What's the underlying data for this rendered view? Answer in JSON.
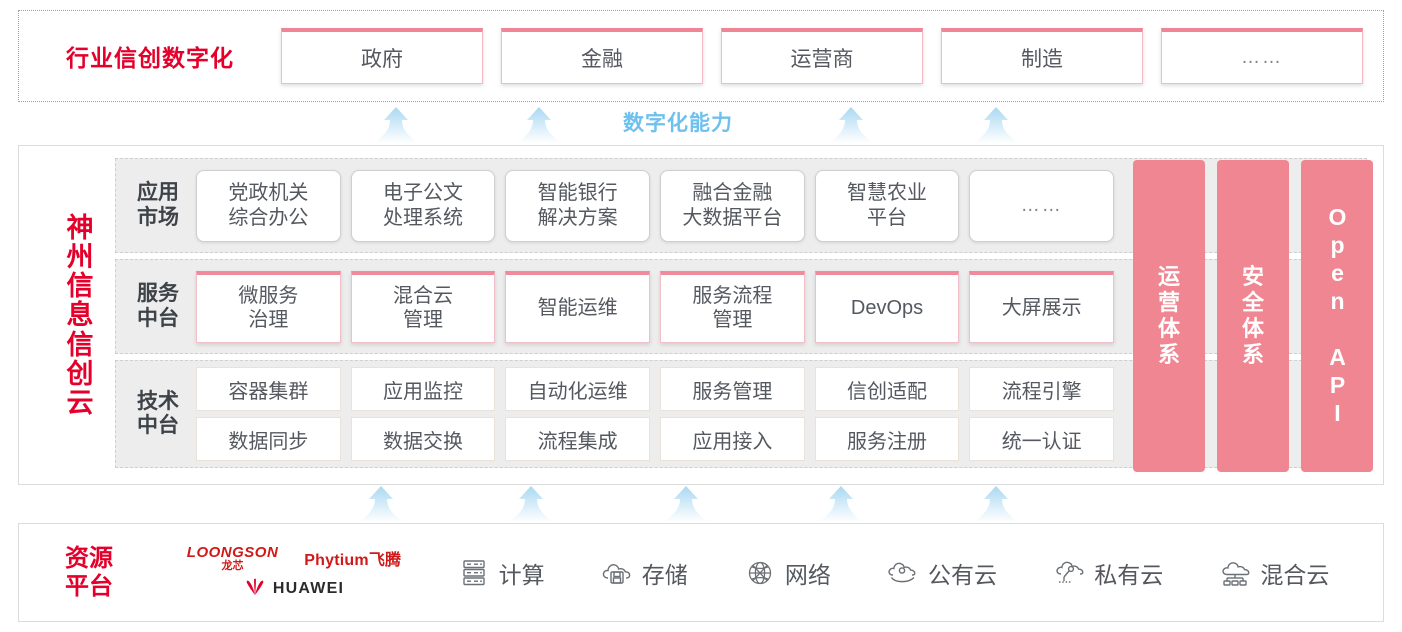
{
  "industry": {
    "title": "行业信创数字化",
    "cards": [
      {
        "label": "政府"
      },
      {
        "label": "金融"
      },
      {
        "label": "运营商"
      },
      {
        "label": "制造"
      },
      {
        "label": "……"
      }
    ]
  },
  "capability": {
    "label": "数字化能力",
    "arrow_color": "#bfe2f7",
    "text_color": "#6ec1ee"
  },
  "cloud": {
    "title": "神州信息信创云",
    "title_chars": [
      "神",
      "州",
      "信",
      "息",
      "信",
      "创",
      "云"
    ],
    "title_color": "#e4002b",
    "layers": [
      {
        "label": "应用市场",
        "label_lines": [
          "应用",
          "市场"
        ],
        "cards": [
          {
            "lines": [
              "党政机关",
              "综合办公"
            ]
          },
          {
            "lines": [
              "电子公文",
              "处理系统"
            ]
          },
          {
            "lines": [
              "智能银行",
              "解决方案"
            ]
          },
          {
            "lines": [
              "融合金融",
              "大数据平台"
            ]
          },
          {
            "lines": [
              "智慧农业",
              "平台"
            ]
          },
          {
            "lines": [
              "……"
            ]
          }
        ]
      },
      {
        "label": "服务中台",
        "label_lines": [
          "服务",
          "中台"
        ],
        "cards": [
          {
            "lines": [
              "微服务",
              "治理"
            ]
          },
          {
            "lines": [
              "混合云",
              "管理"
            ]
          },
          {
            "lines": [
              "智能运维"
            ]
          },
          {
            "lines": [
              "服务流程",
              "管理"
            ]
          },
          {
            "lines": [
              "DevOps"
            ]
          },
          {
            "lines": [
              "大屏展示"
            ]
          }
        ]
      },
      {
        "label": "技术中台",
        "label_lines": [
          "技术",
          "中台"
        ],
        "rows": [
          [
            "容器集群",
            "应用监控",
            "自动化运维",
            "服务管理",
            "信创适配",
            "流程引擎"
          ],
          [
            "数据同步",
            "数据交换",
            "流程集成",
            "应用接入",
            "服务注册",
            "统一认证"
          ]
        ]
      }
    ],
    "pillars": [
      {
        "type": "cn",
        "label": "运营体系",
        "chars": [
          "运",
          "营",
          "体",
          "系"
        ]
      },
      {
        "type": "cn",
        "label": "安全体系",
        "chars": [
          "安",
          "全",
          "体",
          "系"
        ]
      },
      {
        "type": "en",
        "label": "Open API"
      }
    ],
    "pillar_color": "#ef8691"
  },
  "resource": {
    "title": "资源平台",
    "title_lines": [
      "资源",
      "平台"
    ],
    "title_color": "#e4002b",
    "vendors": [
      {
        "name": "LOONGSON",
        "cn": "龙芯",
        "icon": "loongson-logo"
      },
      {
        "name": "Phytium飞腾",
        "icon": "phytium-logo"
      },
      {
        "name": "HUAWEI",
        "icon": "huawei-logo"
      }
    ],
    "items": [
      {
        "label": "计算",
        "icon": "server-icon"
      },
      {
        "label": "存储",
        "icon": "cloud-storage-icon"
      },
      {
        "label": "网络",
        "icon": "network-globe-icon"
      },
      {
        "label": "公有云",
        "icon": "public-cloud-icon"
      },
      {
        "label": "私有云",
        "icon": "private-cloud-icon"
      },
      {
        "label": "混合云",
        "icon": "hybrid-cloud-icon"
      }
    ]
  }
}
